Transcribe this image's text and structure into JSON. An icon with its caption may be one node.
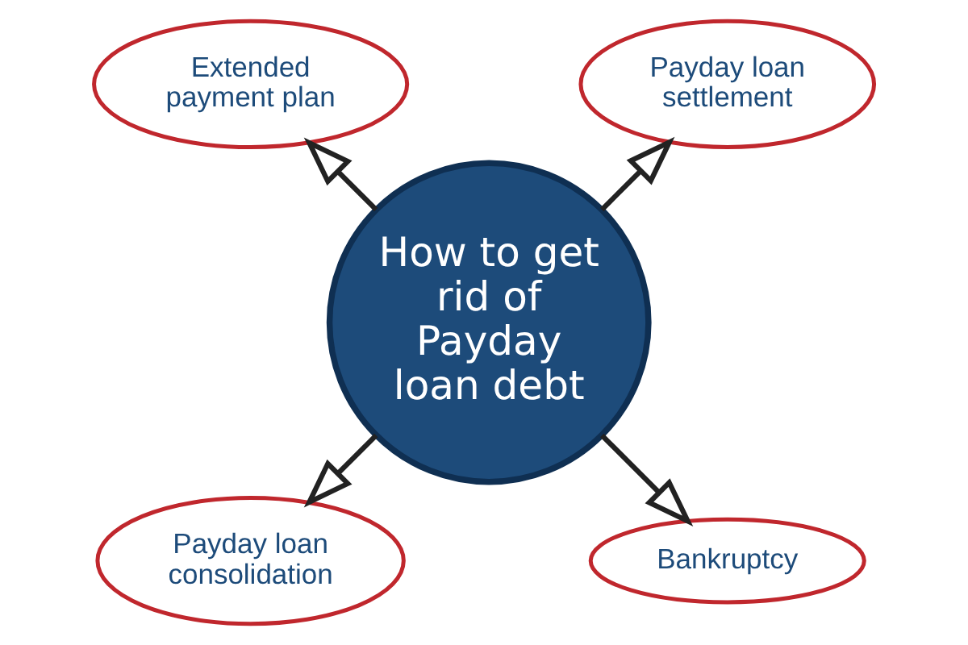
{
  "diagram": {
    "nodes": [
      {
        "text": [
          "How to get rid of Payday loan debt"
        ]
      },
      {
        "text": [
          "Payday loan settlement"
        ]
      },
      {
        "text": [
          "Extended payment plan"
        ]
      },
      {
        "text": [
          "Payday loan consolidation"
        ]
      },
      {
        "text": [
          "Bankruptcy"
        ]
      }
    ],
    "edges": [
      {
        "from": 0,
        "to": 1,
        "arrow": "to"
      },
      {
        "from": 0,
        "to": 2,
        "arrow": "to"
      },
      {
        "from": 0,
        "to": 3,
        "arrow": "to"
      },
      {
        "from": 0,
        "to": 4,
        "arrow": "to"
      }
    ]
  }
}
